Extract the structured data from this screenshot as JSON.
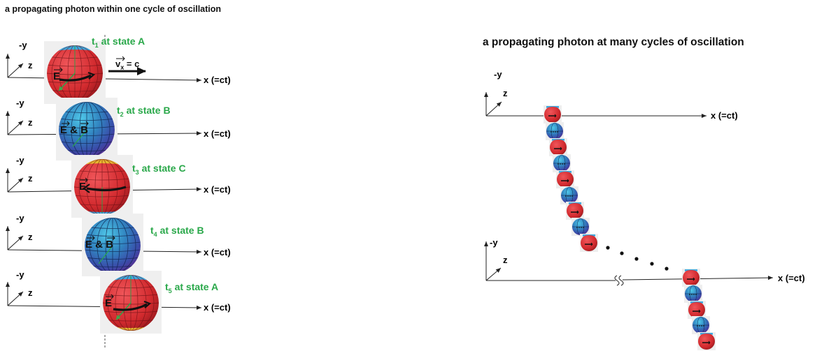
{
  "left_panel": {
    "title": "a propagating photon within one cycle of oscillation",
    "velocity_label": "v",
    "velocity_sub": "x",
    "velocity_suffix": " = c",
    "rows": [
      {
        "state_t": "t",
        "state_sub": "1",
        "state_text": " at state A",
        "field_label": "E",
        "sphere": "red"
      },
      {
        "state_t": "t",
        "state_sub": "2",
        "state_text": " at state B",
        "field_label": "E & B",
        "sphere": "blue"
      },
      {
        "state_t": "t",
        "state_sub": "3",
        "state_text": " at state C",
        "field_label": "E",
        "sphere": "red-flipped"
      },
      {
        "state_t": "t",
        "state_sub": "4",
        "state_text": " at state B",
        "field_label": "E & B",
        "sphere": "blue"
      },
      {
        "state_t": "t",
        "state_sub": "5",
        "state_text": " at state A",
        "field_label": "E",
        "sphere": "red"
      }
    ]
  },
  "right_panel": {
    "title": "a propagating photon at many cycles of oscillation"
  },
  "axes": {
    "y_label": "-y",
    "z_label": "z",
    "x_label": "x (=ct)"
  },
  "colors": {
    "state_label": "#2aa84a",
    "sphere_red": "#d42a2f",
    "sphere_blue": "#2f6fb0",
    "sphere_cap_blue": "#3aa9e0",
    "sphere_cap_yellow": "#e8b830",
    "axis": "#222222"
  }
}
